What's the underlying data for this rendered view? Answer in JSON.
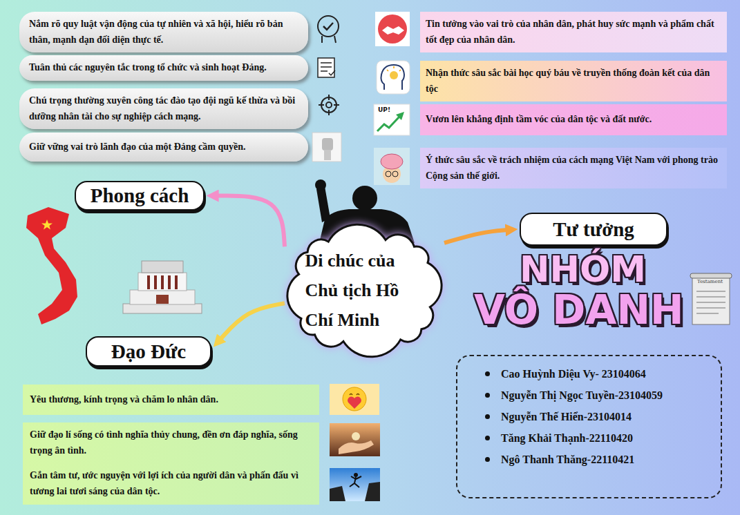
{
  "diagram": {
    "nodes": [
      {
        "text": [
          "Di chúc của Chủ tịch Hồ Chí Minh"
        ]
      },
      {
        "text": [
          "Phong cách"
        ]
      },
      {
        "text": [
          "Nắm rõ quy luật vận động của tự nhiên và xã hội, hiểu rõ bản thân, mạnh dạn đối diện thực tế."
        ]
      },
      {
        "text": [
          "Tuân thủ các nguyên tắc trong tổ chức và sinh hoạt Đảng."
        ]
      },
      {
        "text": [
          "Chú trọng thường xuyên công tác đào tạo đội ngũ kế thừa và bồi dưỡng nhân tài cho sự nghiệp cách mạng."
        ]
      },
      {
        "text": [
          "Giữ vững vai trò lãnh đạo của một Đảng cầm quyền."
        ]
      },
      {
        "text": [
          "Tư tưởng"
        ]
      },
      {
        "text": [
          "Tin tưởng vào vai trò của nhân dân, phát huy sức mạnh và phẩm chất tốt đẹp của nhân dân."
        ]
      },
      {
        "text": [
          "Nhận thức sâu sắc bài học quý báu về truyền thống đoàn kết của dân tộc"
        ]
      },
      {
        "text": [
          "Vươn lên khẳng định tầm vóc của dân tộc và đất nước."
        ]
      },
      {
        "text": [
          "Ý thức sâu sắc về trách nhiệm của cách mạng Việt Nam với phong trào Cộng sản thế giới."
        ]
      },
      {
        "text": [
          "Đạo Đức"
        ]
      },
      {
        "text": [
          "Yêu thương, kính trọng và chăm lo nhân dân."
        ]
      },
      {
        "text": [
          "Giữ đạo lí sống có tình nghĩa thủy chung, đền ơn đáp nghĩa, sống trọng ân tình."
        ]
      },
      {
        "text": [
          "Gắn tâm tư, ước nguyện với lợi ích của người dân và phấn đấu vì tương lai tươi sáng của dân tộc."
        ]
      },
      {
        "text": [
          "Cao Huỳnh Diệu Vy- 23104064",
          "Nguyễn Thị Ngọc Tuyền-23104059",
          "Nguyễn Thế Hiển-23104014",
          "Tăng Khải Thạnh-22110420",
          "Ngô Thanh Thăng-22110421"
        ]
      }
    ],
    "edges": [
      {
        "from": 0,
        "to": 1,
        "arrow": "to"
      },
      {
        "from": 0,
        "to": 6,
        "arrow": "to"
      },
      {
        "from": 0,
        "to": 11,
        "arrow": "to"
      }
    ],
    "labels": [
      "NHÓM",
      "VÔ DANH",
      "UP!",
      "Testament"
    ]
  }
}
